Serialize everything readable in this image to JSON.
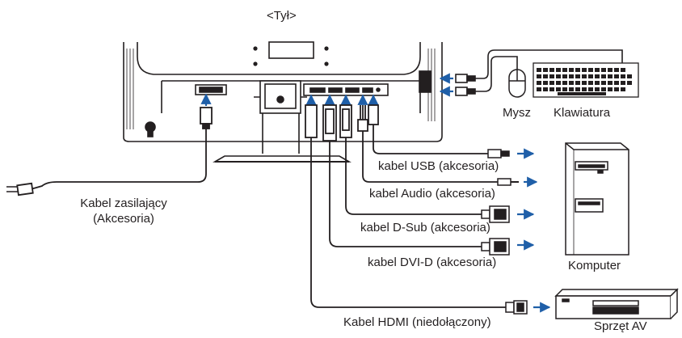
{
  "diagram": {
    "view_title": "<Tył>",
    "cables": {
      "usb": "kabel USB (akcesoria)",
      "audio": "kabel Audio (akcesoria)",
      "dsub": "kabel D-Sub (akcesoria)",
      "dvid": "kabel DVI-D (akcesoria)",
      "hdmi": "Kabel HDMI (niedołączony)"
    },
    "power_cable": {
      "line1": "Kabel zasilający",
      "line2": "(Akcesoria)"
    },
    "devices": {
      "mouse": "Mysz",
      "keyboard": "Klawiatura",
      "computer": "Komputer",
      "av_equipment": "Sprzęt AV"
    },
    "colors": {
      "line": "#231f20",
      "arrow": "#1f5fa8"
    }
  }
}
